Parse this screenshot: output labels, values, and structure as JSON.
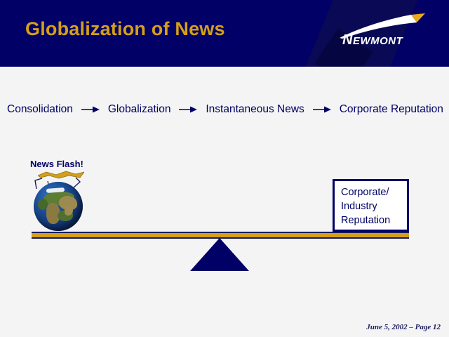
{
  "slide": {
    "title": "Globalization of News",
    "background_color": "#f4f4f4",
    "header_color": "#000066",
    "title_color": "#d5a017"
  },
  "logo": {
    "name": "newmont-logo",
    "wordmark_lead": "N",
    "wordmark_rest": "EWMONT",
    "swoosh_color": "#ffffff",
    "swoosh_tip_color": "#e8a81c"
  },
  "chain": {
    "steps": [
      {
        "label": "Consolidation"
      },
      {
        "label": "Globalization"
      },
      {
        "label": "Instantaneous News"
      },
      {
        "label": "Corporate Reputation"
      }
    ],
    "arrow_icon": "arrow-right-icon",
    "text_color": "#000066"
  },
  "diagram": {
    "news_flash_label": "News Flash!",
    "globe_icon": "globe-icon",
    "flash_icon": "news-flash-burst-icon",
    "fulcrum_icon": "triangle-fulcrum-icon",
    "beam_color": "#d4a017",
    "fulcrum_color": "#000066",
    "reputation_box": {
      "lines": [
        "Corporate/",
        "Industry",
        "Reputation"
      ],
      "border_color": "#000066",
      "fill_color": "#ffffff"
    }
  },
  "footer": {
    "text": "June 5, 2002 – Page 12"
  }
}
